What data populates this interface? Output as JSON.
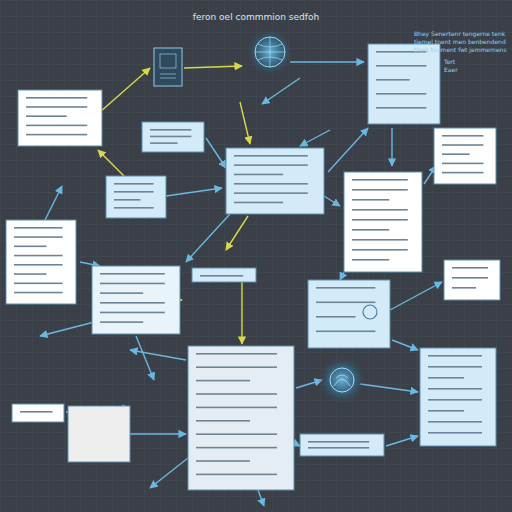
{
  "diagram": {
    "title": "feron oel commmion sedfoh",
    "labels": [
      "Bhey Senertenr tengerne tenk",
      "tiemel tnent men benbendend",
      "thert tnument fwt jemmemens",
      "Tert",
      "Eaer"
    ]
  }
}
